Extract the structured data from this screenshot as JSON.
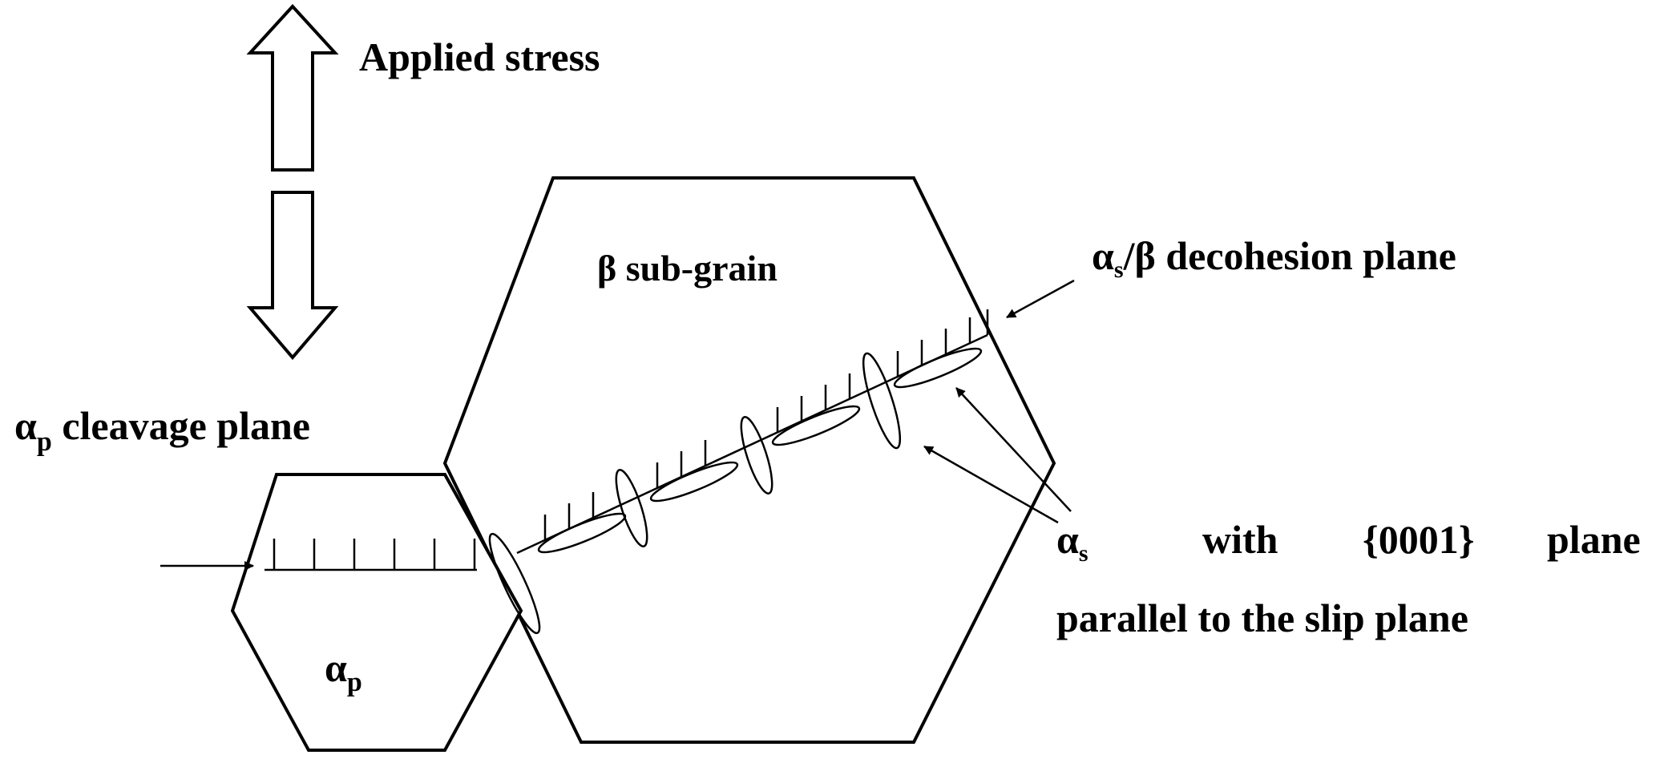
{
  "labels": {
    "applied_stress": "Applied stress",
    "alpha_p_cleavage_symbol": "α",
    "alpha_p_cleavage_sub": "p",
    "alpha_p_cleavage_text": " cleavage plane",
    "beta_subgrain": "β sub-grain",
    "decohesion_symbol": "α",
    "decohesion_sub": "s",
    "decohesion_text": "/β decohesion plane",
    "alpha_s_symbol": "α",
    "alpha_s_sub": "s",
    "with_word": "with",
    "plane_index": "{0001}",
    "plane_word": "plane",
    "parallel_text": "parallel to the slip plane",
    "alpha_p_grain_symbol": "α",
    "alpha_p_grain_sub": "p"
  },
  "colors": {
    "line": "#000000",
    "background": "#ffffff"
  }
}
